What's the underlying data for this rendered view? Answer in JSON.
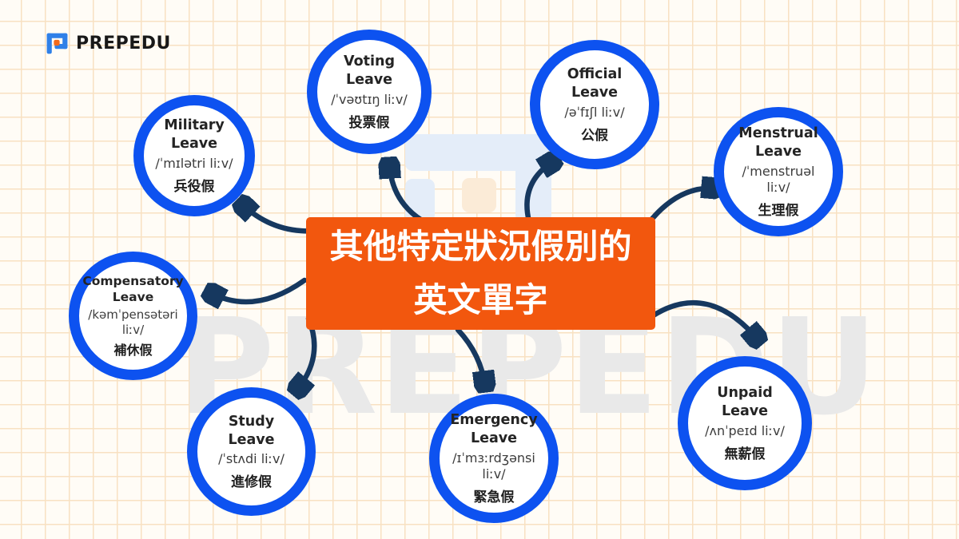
{
  "logo": {
    "text": "PREPEDU"
  },
  "watermark": "PREPEDU",
  "title": {
    "line1": "其他特定狀況假別的",
    "line2": "英文單字"
  },
  "items": [
    {
      "name": "Military Leave",
      "ipa": "/ˈmɪlətri liːv/",
      "zh": "兵役假"
    },
    {
      "name": "Voting\nLeave",
      "ipa": "/ˈvəʊtɪŋ liːv/",
      "zh": "投票假"
    },
    {
      "name": "Official\nLeave",
      "ipa": "/əˈfɪʃl liːv/",
      "zh": "公假"
    },
    {
      "name": "Menstrual\nLeave",
      "ipa": "/ˈmenstruəl liːv/",
      "zh": "生理假"
    },
    {
      "name": "Compensatory\nLeave",
      "ipa": "/kəmˈpensətəri liːv/",
      "zh": "補休假"
    },
    {
      "name": "Study Leave",
      "ipa": "/ˈstʌdi liːv/",
      "zh": "進修假"
    },
    {
      "name": "Emergency\nLeave",
      "ipa": "/ɪˈmɜːrdʒənsi liːv/",
      "zh": "緊急假"
    },
    {
      "name": "Unpaid Leave",
      "ipa": "/ʌnˈpeɪd liːv/",
      "zh": "無薪假"
    }
  ],
  "colors": {
    "circle_ring_blue": "#0D52F0",
    "arrow_navy": "#16385F",
    "title_box_orange": "#F2570E",
    "logo_blue": "#2F80E8",
    "logo_orange": "#F26A1B",
    "watermark_gray": "#E9E9E9",
    "grid_line": "#F8E1C2",
    "background": "#FFFCF6"
  }
}
